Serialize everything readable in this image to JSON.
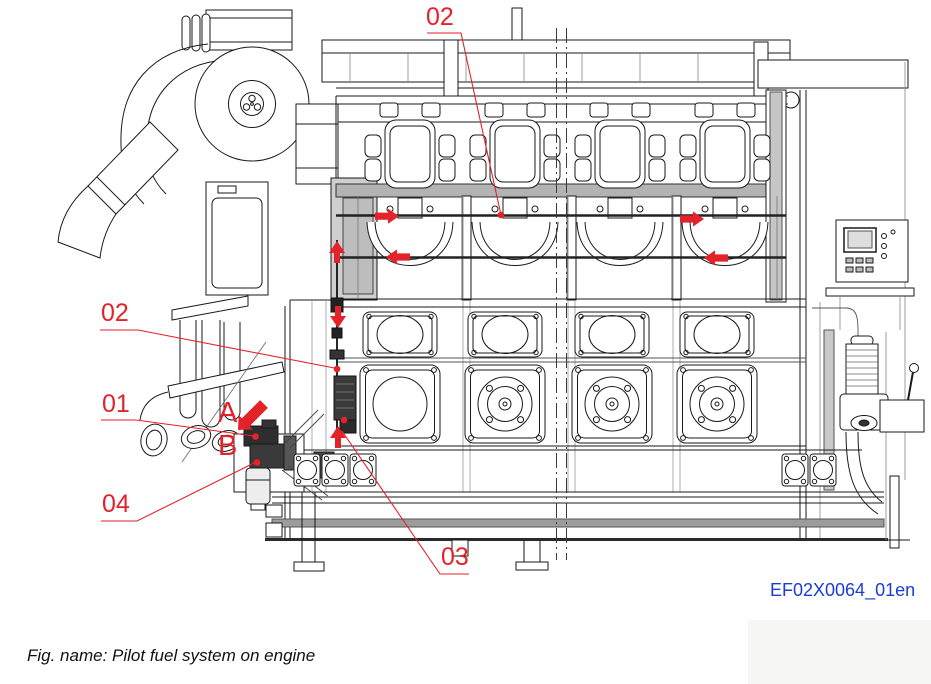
{
  "figure": {
    "caption": "Fig. name: Pilot fuel system on engine",
    "drawing_code": "EF02X0064_01en"
  },
  "callouts": {
    "top_02": "02",
    "left_02": "02",
    "left_01": "01",
    "left_04": "04",
    "bottom_03": "03",
    "point_a": "A",
    "point_b": "B"
  },
  "colors": {
    "callout": "#e3222a",
    "code": "#1b3cdb",
    "ink": "#1a1a1a",
    "shade": "#b3b3b3"
  }
}
